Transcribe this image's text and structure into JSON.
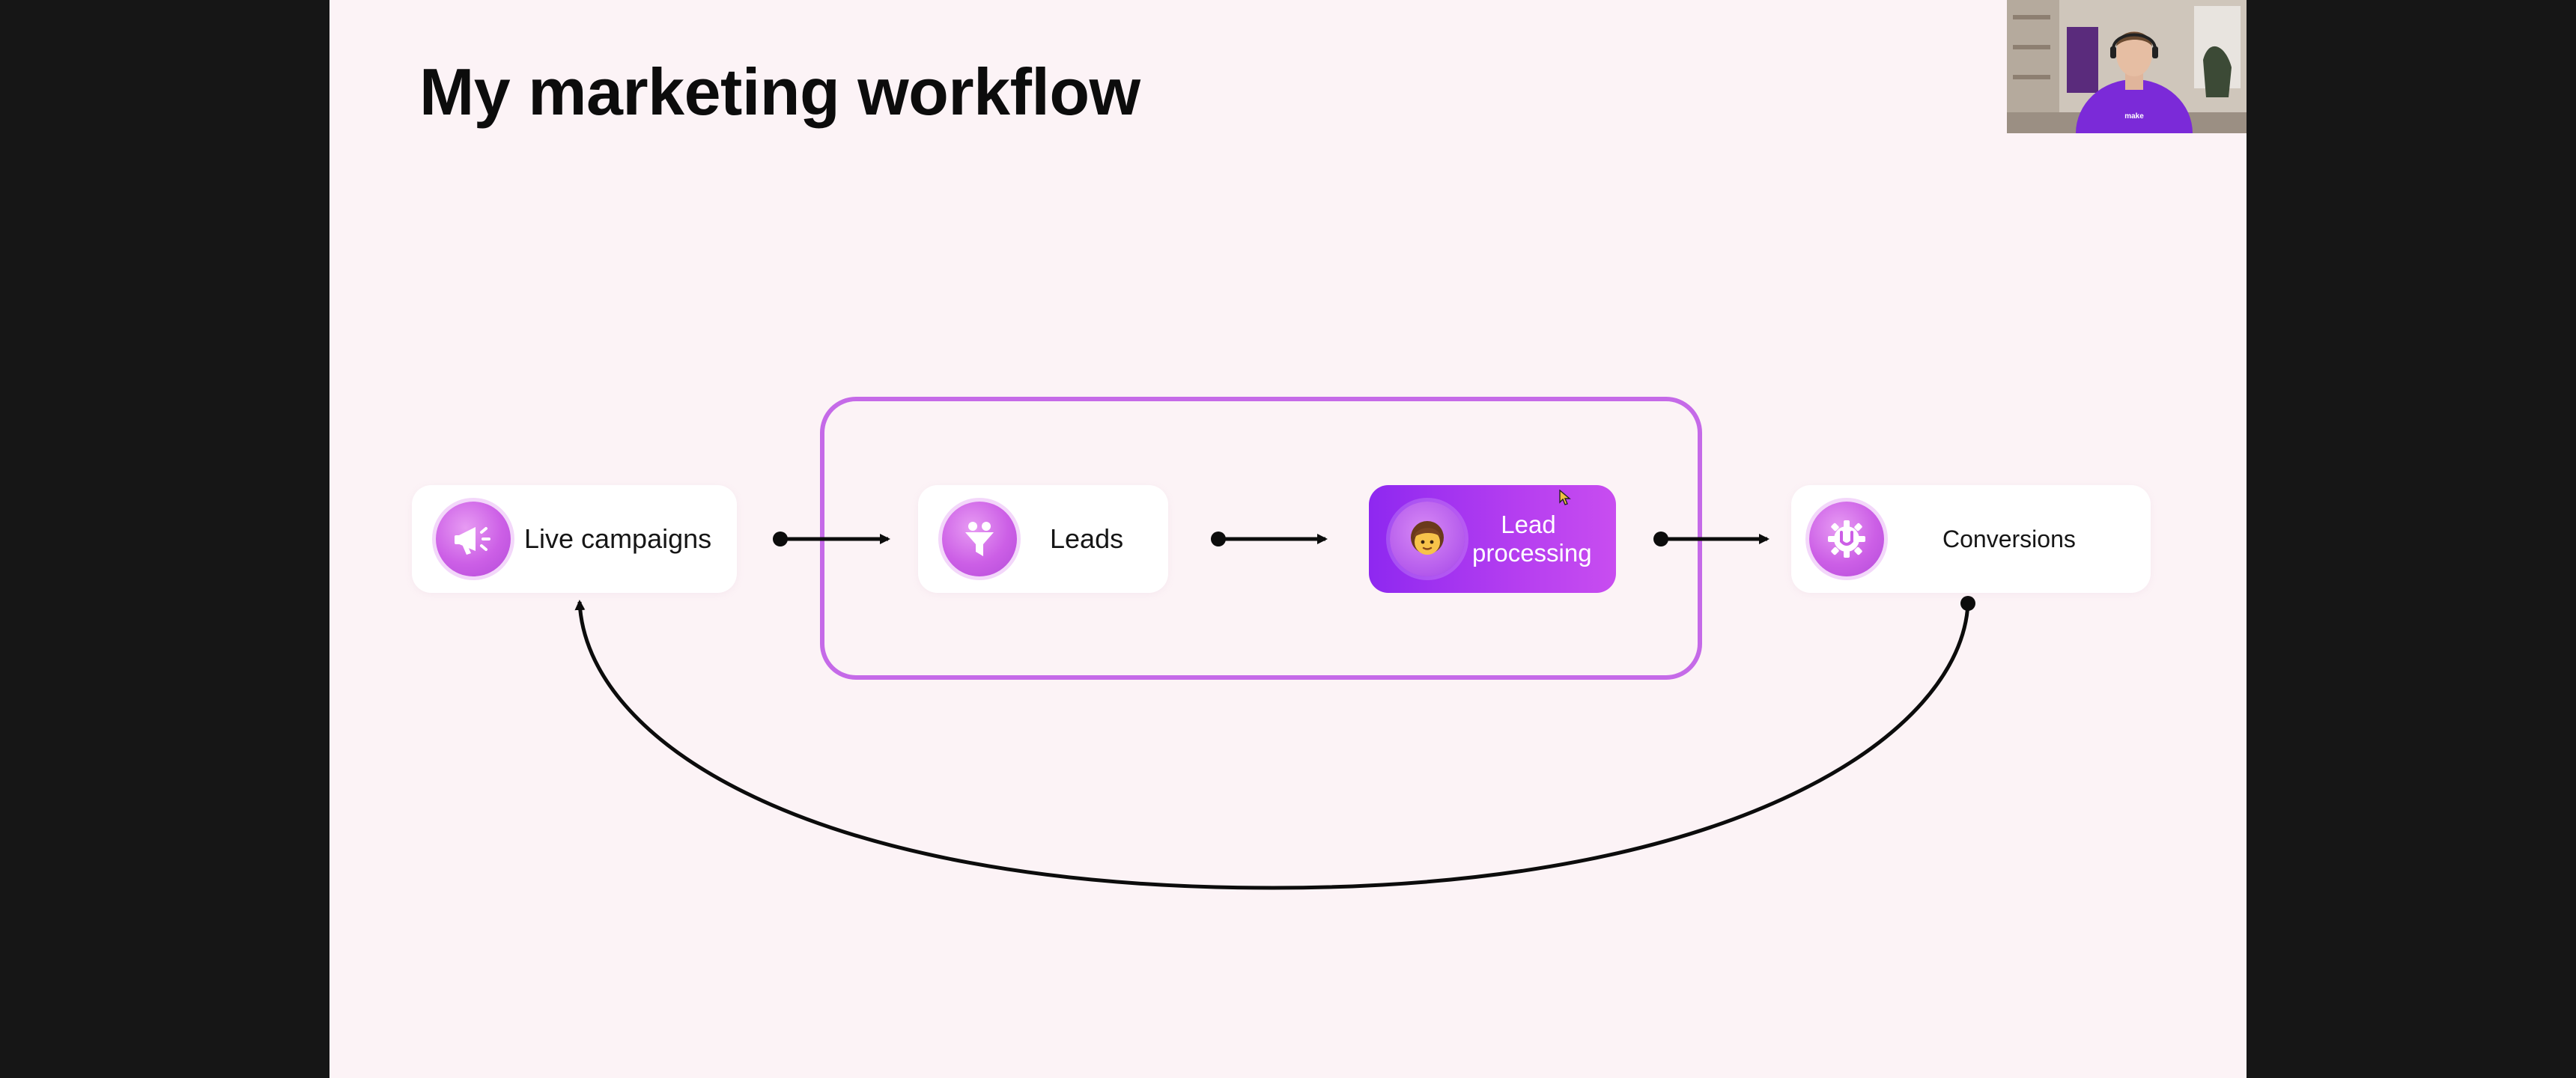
{
  "slide": {
    "title": "My marketing workflow"
  },
  "diagram": {
    "nodes": [
      {
        "id": "live-campaigns",
        "label": "Live campaigns",
        "icon": "megaphone-icon"
      },
      {
        "id": "leads",
        "label": "Leads",
        "icon": "funnel-icon"
      },
      {
        "id": "lead-processing",
        "label_line1": "Lead",
        "label_line2": "processing",
        "icon": "person-face-icon",
        "highlighted": true
      },
      {
        "id": "conversions",
        "label": "Conversions",
        "icon": "gear-handshake-icon"
      }
    ],
    "edges": [
      {
        "from": "live-campaigns",
        "to": "leads"
      },
      {
        "from": "leads",
        "to": "lead-processing"
      },
      {
        "from": "lead-processing",
        "to": "conversions"
      },
      {
        "from": "conversions",
        "to": "live-campaigns"
      }
    ],
    "group": {
      "contains": [
        "leads",
        "lead-processing"
      ]
    }
  },
  "webcam": {
    "shirt_text": "make"
  },
  "colors": {
    "accent": "#c56ae8",
    "highlight_start": "#8e28f0",
    "highlight_end": "#c84df0",
    "slide_bg": "#fcf3f6",
    "frame_bg": "#161616"
  }
}
